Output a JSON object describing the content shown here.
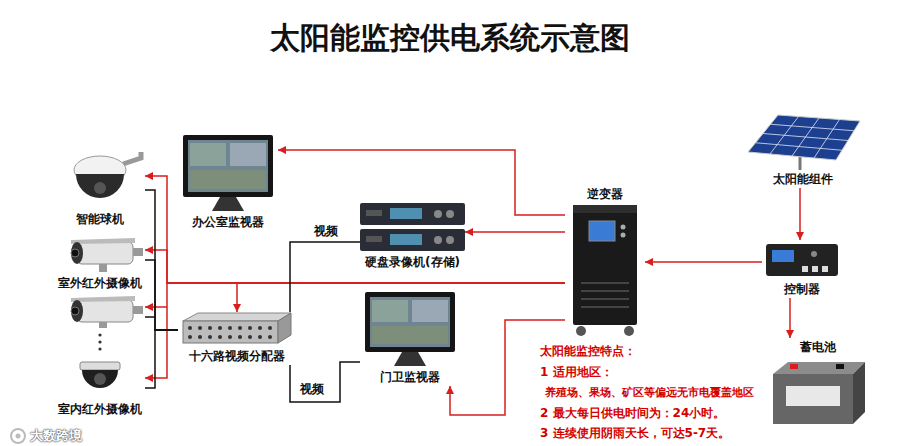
{
  "diagram": {
    "title": "太阳能监控供电系统示意图",
    "nodes": [
      {
        "text": [
          "智能球机"
        ]
      },
      {
        "text": [
          "室外红外摄像机"
        ]
      },
      {
        "text": [
          "室内红外摄像机"
        ]
      },
      {
        "text": [
          "办公室监视器"
        ]
      },
      {
        "text": [
          "硬盘录像机(存储)"
        ]
      },
      {
        "text": [
          "十六路视频分配器"
        ]
      },
      {
        "text": [
          "门卫监视器"
        ]
      },
      {
        "text": [
          "逆变器"
        ]
      },
      {
        "text": [
          "太阳能组件"
        ]
      },
      {
        "text": [
          "控制器"
        ]
      },
      {
        "text": [
          "蓄电池"
        ]
      }
    ],
    "edges": [
      {
        "from": 7,
        "to": 0,
        "arrow": "to"
      },
      {
        "from": 7,
        "to": 1,
        "arrow": "to"
      },
      {
        "from": 7,
        "to": 2,
        "arrow": "to"
      },
      {
        "from": 7,
        "to": 3,
        "arrow": "to"
      },
      {
        "from": 7,
        "to": 4,
        "arrow": "to"
      },
      {
        "from": 7,
        "to": 5,
        "arrow": "to"
      },
      {
        "from": 7,
        "to": 6,
        "arrow": "to"
      },
      {
        "from": 0,
        "to": 5,
        "arrow": "none"
      },
      {
        "from": 1,
        "to": 5,
        "arrow": "none"
      },
      {
        "from": 2,
        "to": 5,
        "arrow": "none"
      },
      {
        "from": 5,
        "to": 4,
        "label": "视频",
        "arrow": "none"
      },
      {
        "from": 5,
        "to": 6,
        "label": "视频",
        "arrow": "none"
      },
      {
        "from": 9,
        "to": 7,
        "arrow": "to"
      },
      {
        "from": 8,
        "to": 9,
        "arrow": "to"
      },
      {
        "from": 9,
        "to": 10,
        "arrow": "to"
      }
    ],
    "labels": [
      "太阳能监控特点：",
      "1 适用地区：",
      "养殖场、果场、矿区等偏远无市电覆盖地区",
      "2 最大每日供电时间为：24小时。",
      "3 连续使用阴雨天长，可达5-7天。",
      "大数跨境"
    ]
  }
}
